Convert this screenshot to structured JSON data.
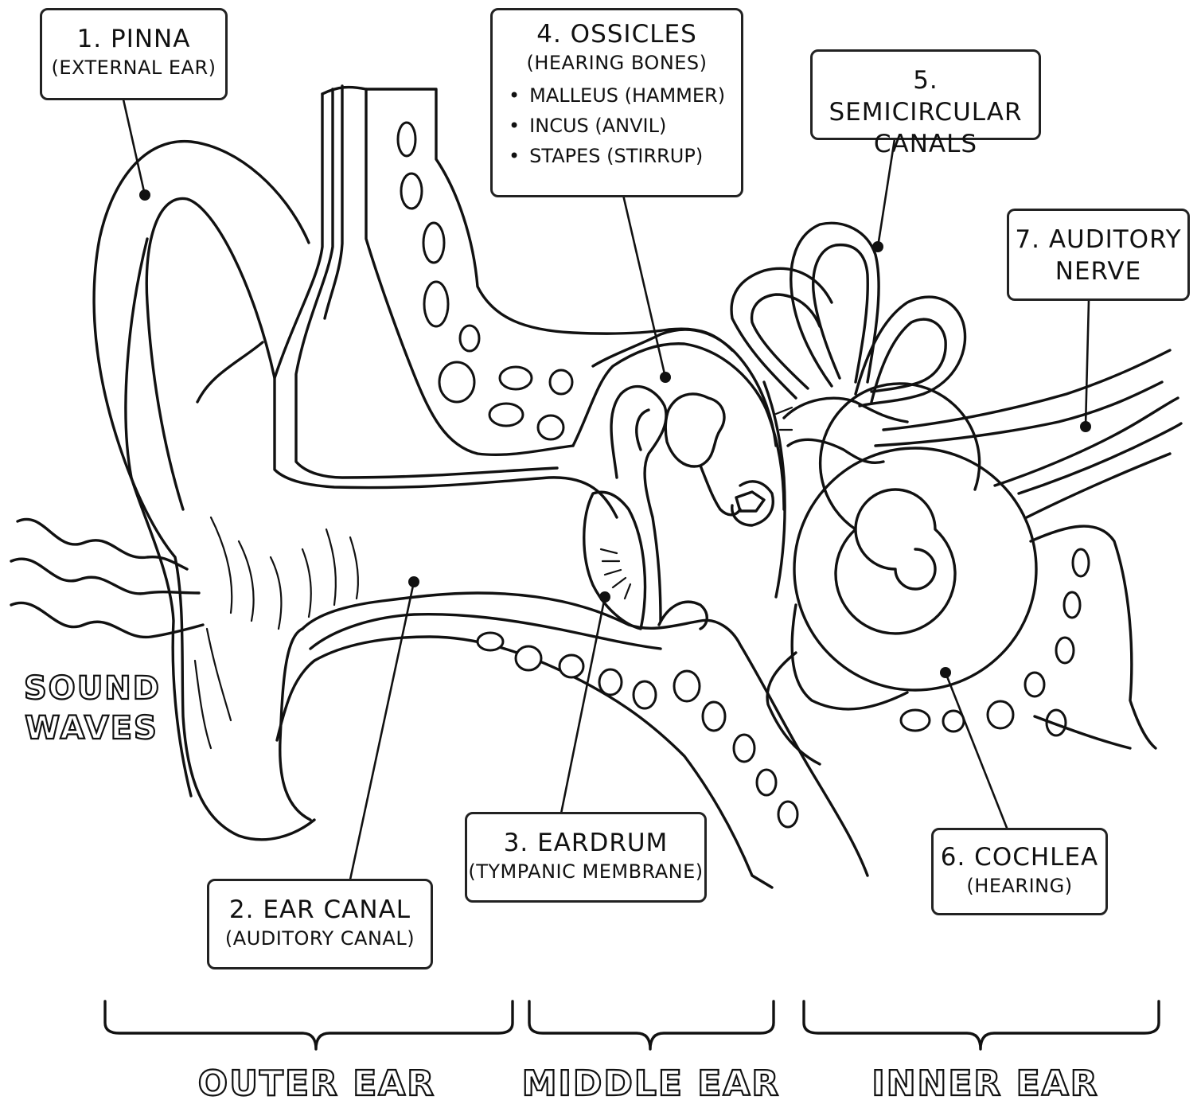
{
  "labels": {
    "pinna": {
      "title": "1. PINNA",
      "subtitle": "(EXTERNAL EAR)"
    },
    "ear_canal": {
      "title": "2. EAR CANAL",
      "subtitle": "(AUDITORY CANAL)"
    },
    "eardrum": {
      "title": "3. EARDRUM",
      "subtitle": "(TYMPANIC MEMBRANE)"
    },
    "ossicles": {
      "title": "4. OSSICLES",
      "subtitle": "(HEARING BONES)",
      "bones": [
        "MALLEUS (HAMMER)",
        "INCUS (ANVIL)",
        "STAPES (STIRRUP)"
      ]
    },
    "semicircular": {
      "line1": "5. SEMICIRCULAR",
      "line2": "CANALS"
    },
    "cochlea": {
      "title": "6. COCHLEA",
      "subtitle": "(HEARING)"
    },
    "nerve": {
      "line1": "7. AUDITORY",
      "line2": "NERVE"
    }
  },
  "sound_waves": {
    "line1": "SOUND",
    "line2": "WAVES"
  },
  "sections": [
    "OUTER EAR",
    "MIDDLE EAR",
    "INNER EAR"
  ]
}
